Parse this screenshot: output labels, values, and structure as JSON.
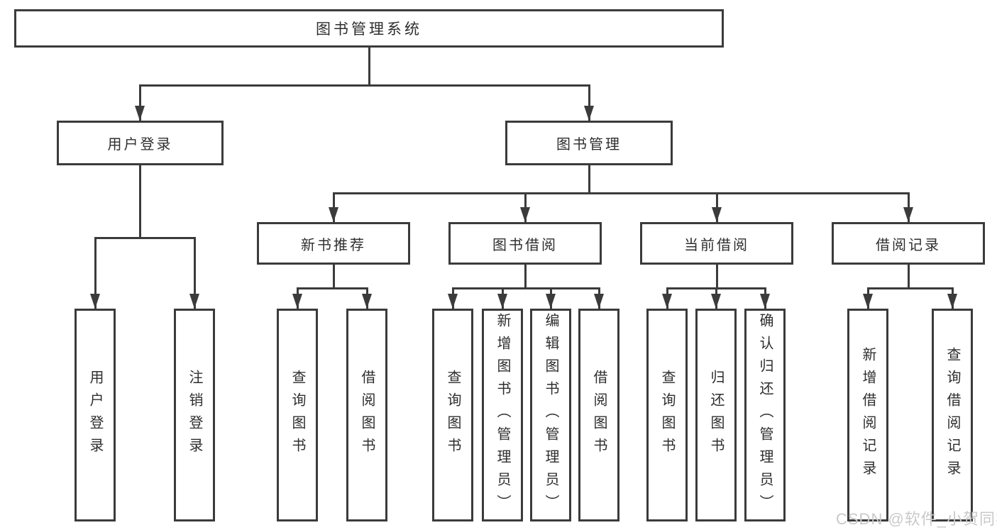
{
  "diagram_type": "tree",
  "tree": {
    "label": "图书管理系统",
    "children": [
      {
        "label": "用户登录",
        "children": [
          {
            "label": "用户登录"
          },
          {
            "label": "注销登录"
          }
        ]
      },
      {
        "label": "图书管理",
        "children": [
          {
            "label": "新书推荐",
            "children": [
              {
                "label": "查询图书"
              },
              {
                "label": "借阅图书"
              }
            ]
          },
          {
            "label": "图书借阅",
            "children": [
              {
                "label": "查询图书"
              },
              {
                "label": "新增图书（管理员）"
              },
              {
                "label": "编辑图书（管理员）"
              },
              {
                "label": "借阅图书"
              }
            ]
          },
          {
            "label": "当前借阅",
            "children": [
              {
                "label": "查询图书"
              },
              {
                "label": "归还图书"
              },
              {
                "label": "确认归还（管理员）"
              }
            ]
          },
          {
            "label": "借阅记录",
            "children": [
              {
                "label": "新增借阅记录"
              },
              {
                "label": "查询借阅记录"
              }
            ]
          }
        ]
      }
    ]
  },
  "watermark": {
    "text": "CSDN @软件_小贺同学"
  },
  "colors": {
    "line": "#3b3b3b",
    "text": "#2e2e2e",
    "background": "#ffffff",
    "watermark": "#c9c9c9"
  }
}
